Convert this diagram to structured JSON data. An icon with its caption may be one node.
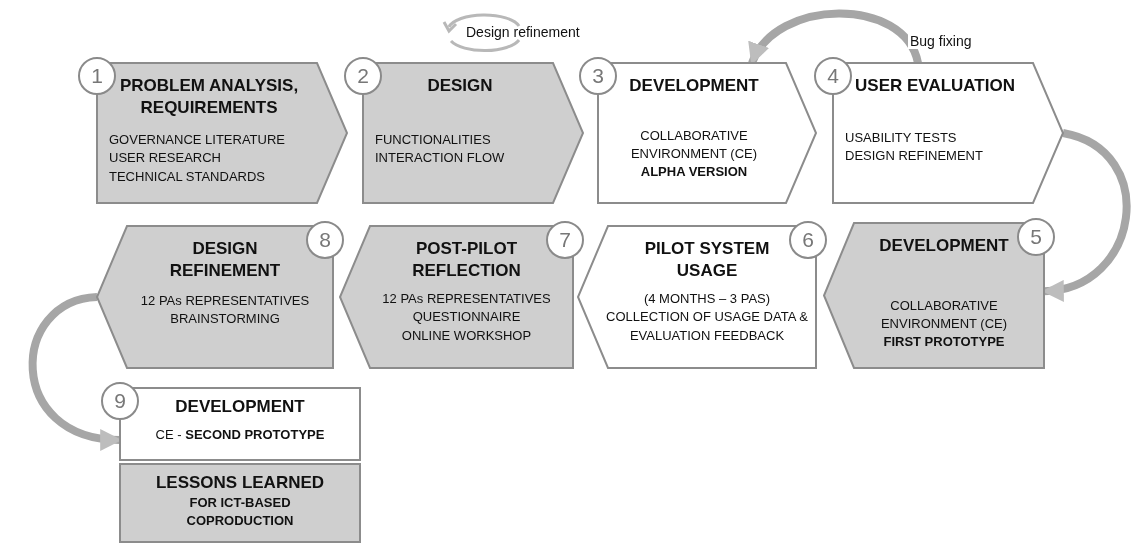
{
  "diagram": {
    "nodes": [
      {
        "text": [
          "1",
          "PROBLEM ANALYSIS, REQUIREMENTS",
          "GOVERNANCE LITERATURE",
          "USER RESEARCH",
          "TECHNICAL STANDARDS"
        ]
      },
      {
        "text": [
          "2",
          "DESIGN",
          "FUNCTIONALITIES",
          "INTERACTION FLOW"
        ]
      },
      {
        "text": [
          "3",
          "DEVELOPMENT",
          "COLLABORATIVE ENVIRONMENT (CE)",
          "ALPHA VERSION"
        ]
      },
      {
        "text": [
          "4",
          "USER EVALUATION",
          "USABILITY TESTS",
          "DESIGN REFINEMENT"
        ]
      },
      {
        "text": [
          "5",
          "DEVELOPMENT",
          "COLLABORATIVE ENVIRONMENT (CE)",
          "FIRST PROTOTYPE"
        ]
      },
      {
        "text": [
          "6",
          "PILOT SYSTEM USAGE",
          "(4 MONTHS – 3 PAS)",
          "COLLECTION OF USAGE DATA & EVALUATION FEEDBACK"
        ]
      },
      {
        "text": [
          "7",
          "POST-PILOT REFLECTION",
          "12 PAs REPRESENTATIVES",
          "QUESTIONNAIRE",
          "ONLINE WORKSHOP"
        ]
      },
      {
        "text": [
          "8",
          "DESIGN REFINEMENT",
          "12 PAs REPRESENTATIVES",
          "BRAINSTORMING"
        ]
      },
      {
        "text": [
          "9",
          "DEVELOPMENT",
          "CE - **SECOND PROTOTYPE**"
        ]
      },
      {
        "text": [
          "LESSONS LEARNED",
          "FOR ICT-BASED COPRODUCTION"
        ]
      }
    ],
    "edges": [
      {
        "from": 3,
        "to": 2,
        "arrow": "to",
        "label": "Bug fixing"
      },
      {
        "from": 3,
        "to": 4,
        "arrow": "to"
      },
      {
        "from": 7,
        "to": 8,
        "arrow": "to"
      }
    ],
    "labels": [
      "Design refinement"
    ]
  }
}
